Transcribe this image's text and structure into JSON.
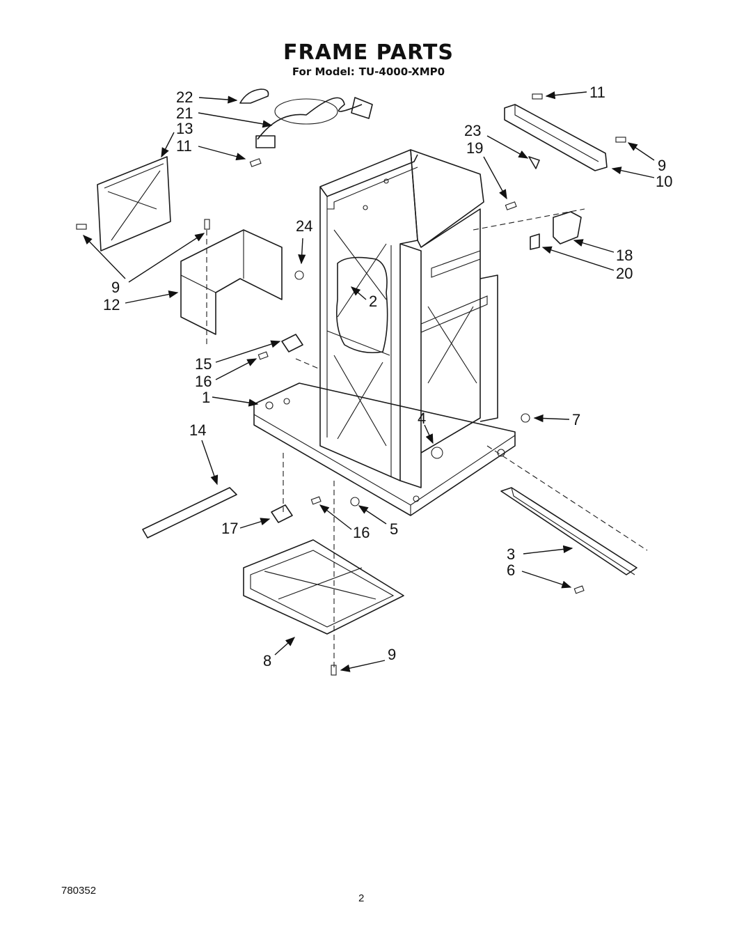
{
  "header": {
    "title": "FRAME PARTS",
    "model_prefix": "For Model:",
    "model_number": "TU-4000-XMP0"
  },
  "callouts": [
    {
      "id": "c22",
      "text": "22"
    },
    {
      "id": "c21",
      "text": "21"
    },
    {
      "id": "c13",
      "text": "13"
    },
    {
      "id": "c11a",
      "text": "11"
    },
    {
      "id": "c11b",
      "text": "11"
    },
    {
      "id": "c23",
      "text": "23"
    },
    {
      "id": "c19",
      "text": "19"
    },
    {
      "id": "c9a",
      "text": "9"
    },
    {
      "id": "c10",
      "text": "10"
    },
    {
      "id": "c24",
      "text": "24"
    },
    {
      "id": "c18",
      "text": "18"
    },
    {
      "id": "c20",
      "text": "20"
    },
    {
      "id": "c2",
      "text": "2"
    },
    {
      "id": "c9b",
      "text": "9"
    },
    {
      "id": "c12",
      "text": "12"
    },
    {
      "id": "c15",
      "text": "15"
    },
    {
      "id": "c16a",
      "text": "16"
    },
    {
      "id": "c1",
      "text": "1"
    },
    {
      "id": "c7",
      "text": "7"
    },
    {
      "id": "c4",
      "text": "4"
    },
    {
      "id": "c14",
      "text": "14"
    },
    {
      "id": "c17",
      "text": "17"
    },
    {
      "id": "c16b",
      "text": "16"
    },
    {
      "id": "c5",
      "text": "5"
    },
    {
      "id": "c3",
      "text": "3"
    },
    {
      "id": "c6",
      "text": "6"
    },
    {
      "id": "c8",
      "text": "8"
    },
    {
      "id": "c9c",
      "text": "9"
    }
  ],
  "footer": {
    "doc_number": "780352",
    "page_number": "2"
  }
}
